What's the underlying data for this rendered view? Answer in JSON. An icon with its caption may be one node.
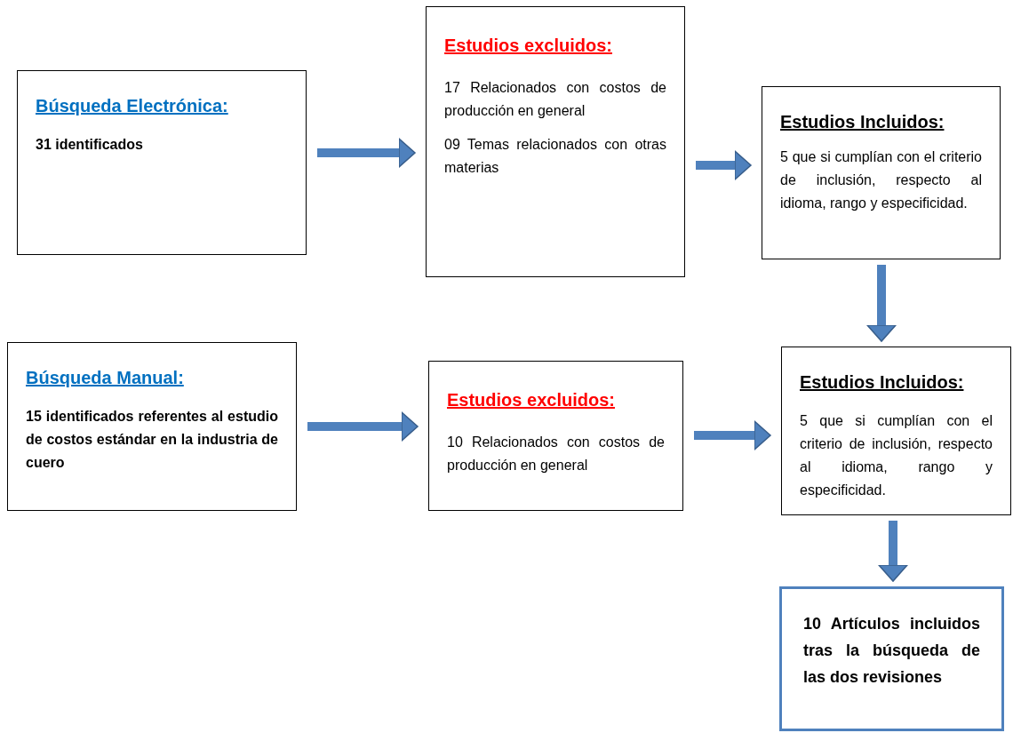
{
  "diagram": {
    "nodes": [
      {
        "text": [
          "Búsqueda Electrónica:",
          "31 identificados"
        ]
      },
      {
        "text": [
          "Estudios excluidos:",
          "17 Relacionados con costos de producción en general",
          "09 Temas relacionados con otras materias"
        ]
      },
      {
        "text": [
          "Estudios Incluidos:",
          "5 que si cumplían con el criterio de inclusión, respecto al idioma, rango y especificidad."
        ]
      },
      {
        "text": [
          "Búsqueda Manual:",
          "15 identificados referentes al estudio de costos estándar en la industria de cuero"
        ]
      },
      {
        "text": [
          "Estudios excluidos:",
          "10 Relacionados con costos de producción en general"
        ]
      },
      {
        "text": [
          "Estudios Incluidos:",
          "5 que si cumplían con el criterio de inclusión, respecto al idioma, rango y especificidad."
        ]
      },
      {
        "text": [
          "10 Artículos incluidos tras la búsqueda de las dos revisiones"
        ]
      }
    ],
    "edges": [
      {
        "from": 0,
        "to": 1,
        "arrow": "to"
      },
      {
        "from": 1,
        "to": 2,
        "arrow": "to"
      },
      {
        "from": 2,
        "to": 5,
        "arrow": "to"
      },
      {
        "from": 3,
        "to": 4,
        "arrow": "to"
      },
      {
        "from": 4,
        "to": 5,
        "arrow": "to"
      },
      {
        "from": 5,
        "to": 6,
        "arrow": "to"
      }
    ]
  }
}
